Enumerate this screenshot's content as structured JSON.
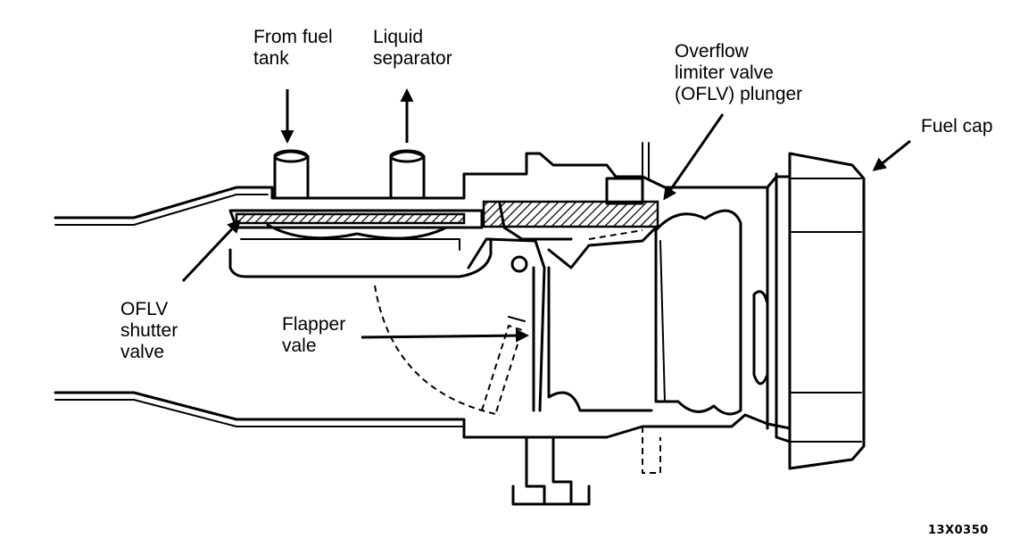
{
  "labels": {
    "from_fuel_tank": [
      "From fuel",
      "tank"
    ],
    "liquid_separator": [
      "Liquid",
      "separator"
    ],
    "oflv_plunger": [
      "Overflow",
      "limiter valve",
      "(OFLV) plunger"
    ],
    "fuel_cap": [
      "Fuel cap"
    ],
    "oflv_shutter_valve": [
      "OFLV",
      "shutter",
      "valve"
    ],
    "flapper_valve": [
      "Flapper",
      "vale"
    ]
  },
  "figure_code": "13X0350"
}
